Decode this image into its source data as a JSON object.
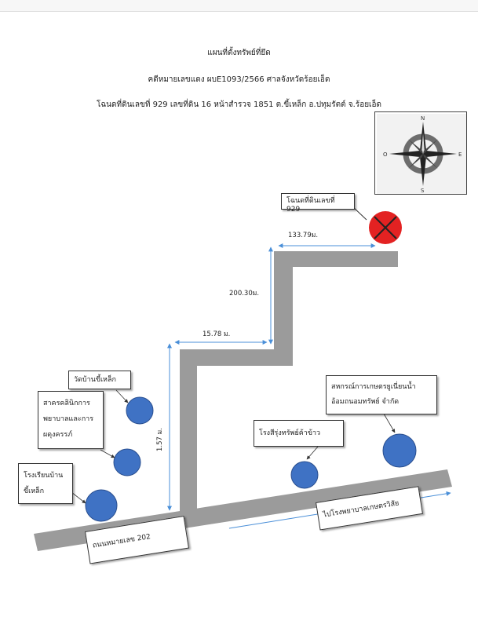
{
  "header": {
    "title": "แผนที่ตั้งทรัพย์ที่ยึด",
    "case_line": "คดีหมายเลขแดง ผบE1093/2566  ศาลจังหวัดร้อยเอ็ด",
    "deed_line": "โฉนดที่ดินเลขที่ 929 เลขที่ดิน 16 หน้าสำรวจ 1851 ต.ขี้เหล็ก อ.ปทุมรัตต์ จ.ร้อยเอ็ด"
  },
  "compass": {
    "n": "N",
    "s": "S",
    "e": "E",
    "w": "O"
  },
  "target": {
    "label": "โฉนดที่ดินเลขที่ 929",
    "marker_color": "#e32222"
  },
  "dimensions": {
    "d1": "133.79ม.",
    "d2": "200.30ม.",
    "d3": "15.78 ม.",
    "d4": "1.57 ม."
  },
  "landmarks": {
    "temple": "วัดบ้านขี้เหล็ก",
    "clinic_line1": "สาครคลินิกการ",
    "clinic_line2": "พยาบาลและการ",
    "clinic_line3": "ผดุงครรภ์",
    "school_line1": "โรงเรียนบ้าน",
    "school_line2": "ขี้เหล็ก",
    "mill": "โรงสีรุ่งทรัพย์ค้าข้าว",
    "coop_line1": "สหกรณ์การเกษตรยูเนี่ยนน้ำ",
    "coop_line2": "อ้อมถนอมทรัพย์ จำกัด"
  },
  "roads": {
    "highway": "ถนนหมายเลข 202",
    "direction": "ไปโรงพยาบาลเกษตรวิสัย"
  },
  "colors": {
    "road": "#9b9b9b",
    "landmark": "#3f72c4",
    "arrow": "#4a8fd8"
  }
}
